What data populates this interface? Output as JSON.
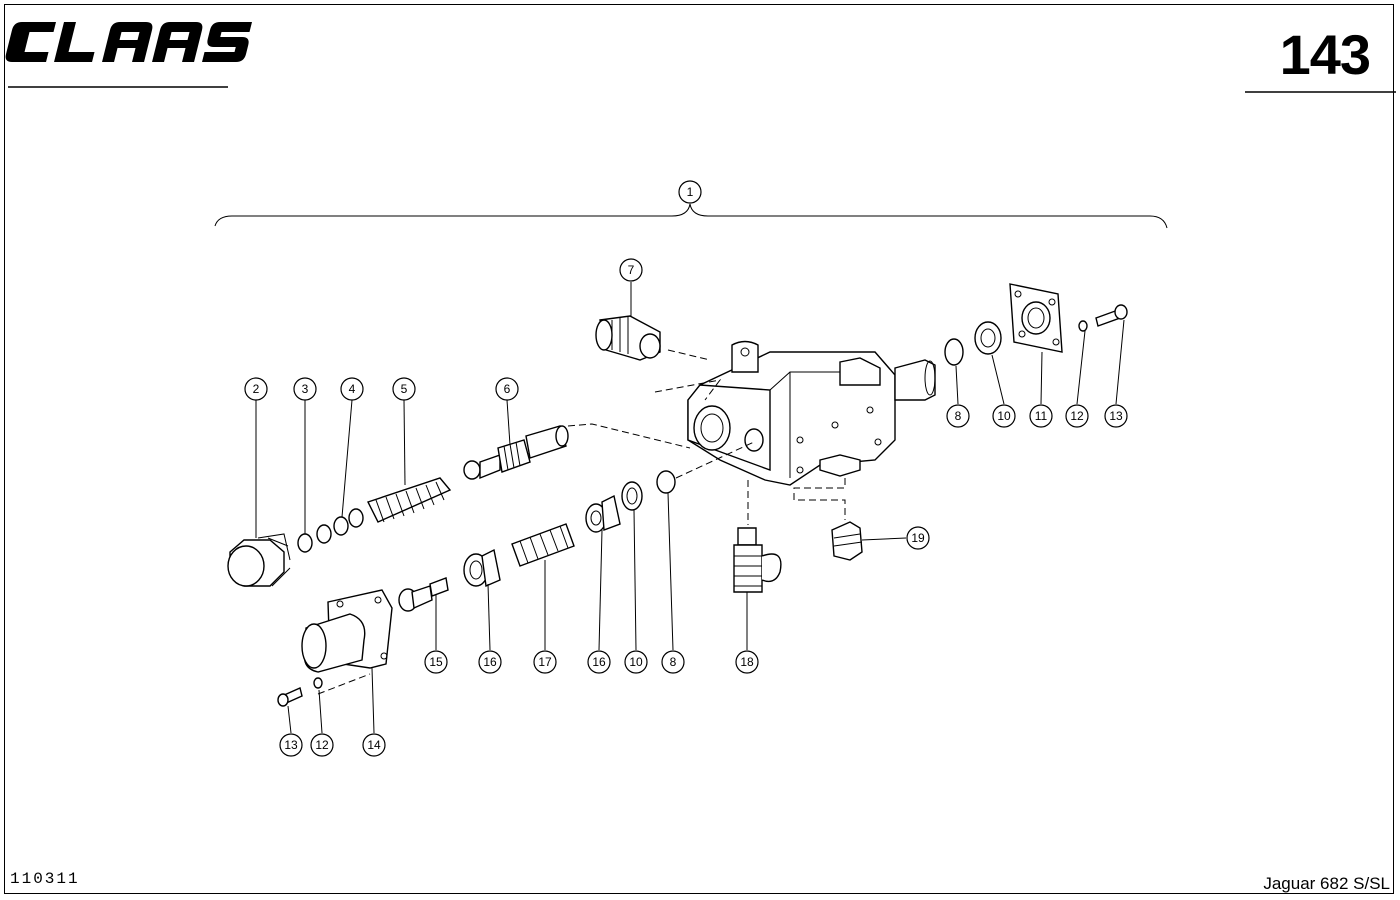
{
  "header": {
    "brand": "CLAAS",
    "page_number": "143"
  },
  "footer": {
    "doc_code": "110311",
    "model": "Jaguar 682 S/SL"
  },
  "callouts": [
    {
      "id": "callout-1",
      "label": "1"
    },
    {
      "id": "callout-2",
      "label": "2"
    },
    {
      "id": "callout-3",
      "label": "3"
    },
    {
      "id": "callout-4",
      "label": "4"
    },
    {
      "id": "callout-5",
      "label": "5"
    },
    {
      "id": "callout-6",
      "label": "6"
    },
    {
      "id": "callout-7",
      "label": "7"
    },
    {
      "id": "callout-8a",
      "label": "8"
    },
    {
      "id": "callout-10a",
      "label": "10"
    },
    {
      "id": "callout-11",
      "label": "11"
    },
    {
      "id": "callout-12a",
      "label": "12"
    },
    {
      "id": "callout-13a",
      "label": "13"
    },
    {
      "id": "callout-19",
      "label": "19"
    },
    {
      "id": "callout-15",
      "label": "15"
    },
    {
      "id": "callout-16a",
      "label": "16"
    },
    {
      "id": "callout-17",
      "label": "17"
    },
    {
      "id": "callout-16b",
      "label": "16"
    },
    {
      "id": "callout-10b",
      "label": "10"
    },
    {
      "id": "callout-8b",
      "label": "8"
    },
    {
      "id": "callout-18",
      "label": "18"
    },
    {
      "id": "callout-13b",
      "label": "13"
    },
    {
      "id": "callout-12b",
      "label": "12"
    },
    {
      "id": "callout-14",
      "label": "14"
    }
  ]
}
